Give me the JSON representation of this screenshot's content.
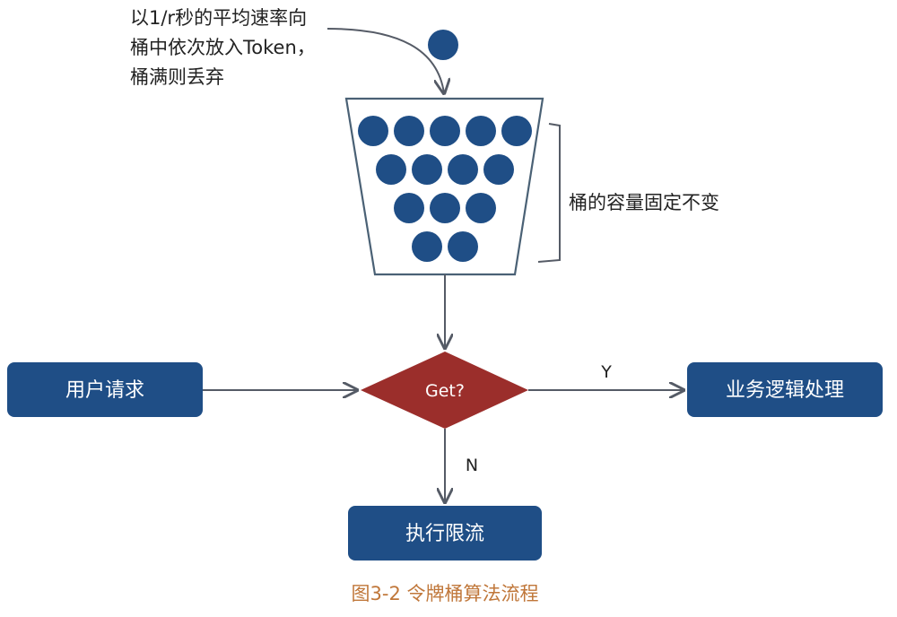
{
  "token_note": {
    "lines": [
      "以1/r秒的平均速率向",
      "桶中依次放入Token，",
      "桶满则丢弃"
    ]
  },
  "bucket": {
    "capacity_label": "桶的容量固定不变",
    "token_rows": [
      5,
      4,
      3,
      2
    ]
  },
  "decision": {
    "label": "Get?"
  },
  "branches": {
    "yes_label": "Y",
    "no_label": "N"
  },
  "nodes": {
    "request": "用户请求",
    "business": "业务逻辑处理",
    "limit": "执行限流"
  },
  "caption": "图3-2 令牌桶算法流程",
  "colors": {
    "box_fill": "#1f4e86",
    "box_text": "#ffffff",
    "decision_fill": "#9b2e2b",
    "token_fill": "#1f4e86",
    "line": "#555b66",
    "caption": "#c0773a"
  }
}
